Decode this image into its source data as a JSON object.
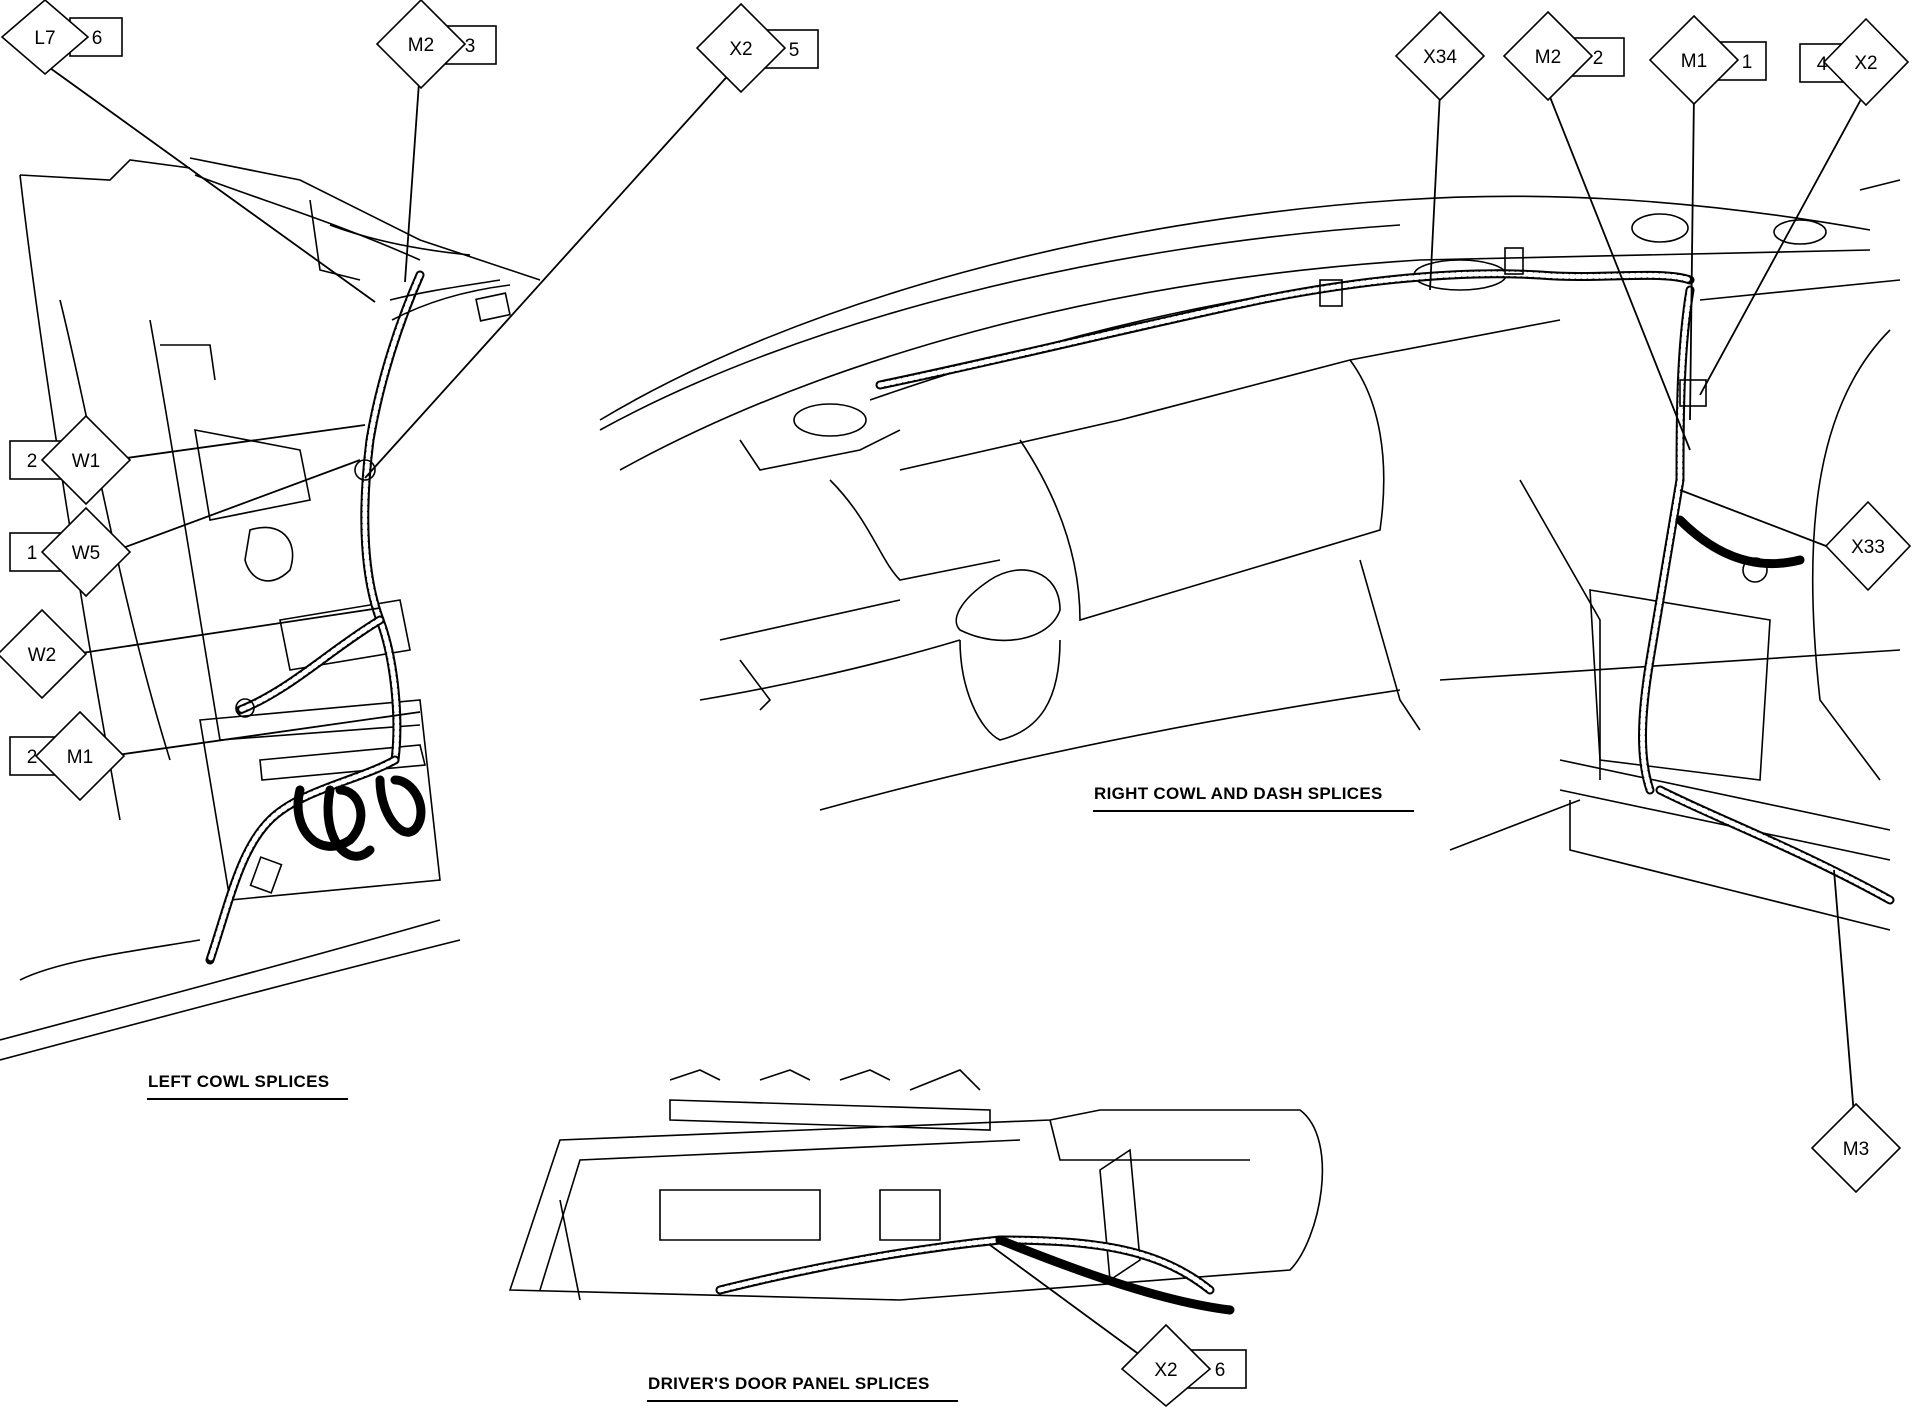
{
  "sections": {
    "left_cowl": "LEFT COWL SPLICES",
    "right_cowl": "RIGHT COWL AND DASH SPLICES",
    "door_panel": "DRIVER'S DOOR PANEL SPLICES"
  },
  "callouts": {
    "l7": {
      "code": "L7",
      "num": "6"
    },
    "m2a": {
      "code": "M2",
      "num": "3"
    },
    "x2a": {
      "code": "X2",
      "num": "5"
    },
    "w1": {
      "code": "W1",
      "num": "2"
    },
    "w5": {
      "code": "W5",
      "num": "1"
    },
    "w2": {
      "code": "W2",
      "num": ""
    },
    "m1a": {
      "code": "M1",
      "num": "2"
    },
    "x34": {
      "code": "X34",
      "num": ""
    },
    "m2b": {
      "code": "M2",
      "num": "2"
    },
    "m1b": {
      "code": "M1",
      "num": "1"
    },
    "x2b": {
      "code": "X2",
      "num": "4"
    },
    "x33": {
      "code": "X33",
      "num": ""
    },
    "m3": {
      "code": "M3",
      "num": ""
    },
    "x2c": {
      "code": "X2",
      "num": "6"
    }
  }
}
